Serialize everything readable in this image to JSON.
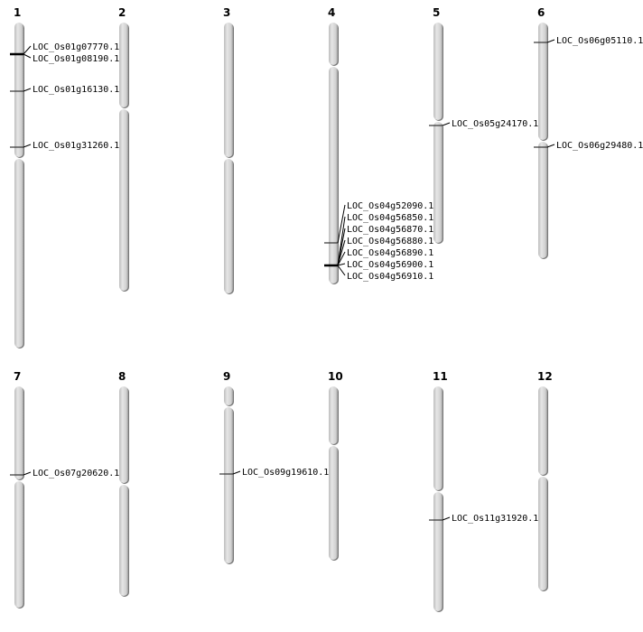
{
  "title": "Chromosome gene location map",
  "colors": {
    "chromosome_fill": "#d4d4d4",
    "chromosome_edge": "#777777",
    "marker": "#333333"
  },
  "chromosomes": [
    {
      "name": "1",
      "genes": [
        "LOC_Os01g07770.1",
        "LOC_Os01g08190.1",
        "LOC_Os01g16130.1",
        "LOC_Os01g31260.1"
      ]
    },
    {
      "name": "2",
      "genes": []
    },
    {
      "name": "3",
      "genes": []
    },
    {
      "name": "4",
      "genes": [
        "LOC_Os04g52090.1",
        "LOC_Os04g56850.1",
        "LOC_Os04g56870.1",
        "LOC_Os04g56880.1",
        "LOC_Os04g56890.1",
        "LOC_Os04g56900.1",
        "LOC_Os04g56910.1"
      ]
    },
    {
      "name": "5",
      "genes": [
        "LOC_Os05g24170.1"
      ]
    },
    {
      "name": "6",
      "genes": [
        "LOC_Os06g05110.1",
        "LOC_Os06g29480.1"
      ]
    },
    {
      "name": "7",
      "genes": [
        "LOC_Os07g20620.1"
      ]
    },
    {
      "name": "8",
      "genes": []
    },
    {
      "name": "9",
      "genes": [
        "LOC_Os09g19610.1"
      ]
    },
    {
      "name": "10",
      "genes": []
    },
    {
      "name": "11",
      "genes": [
        "LOC_Os11g31920.1"
      ]
    },
    {
      "name": "12",
      "genes": []
    }
  ]
}
